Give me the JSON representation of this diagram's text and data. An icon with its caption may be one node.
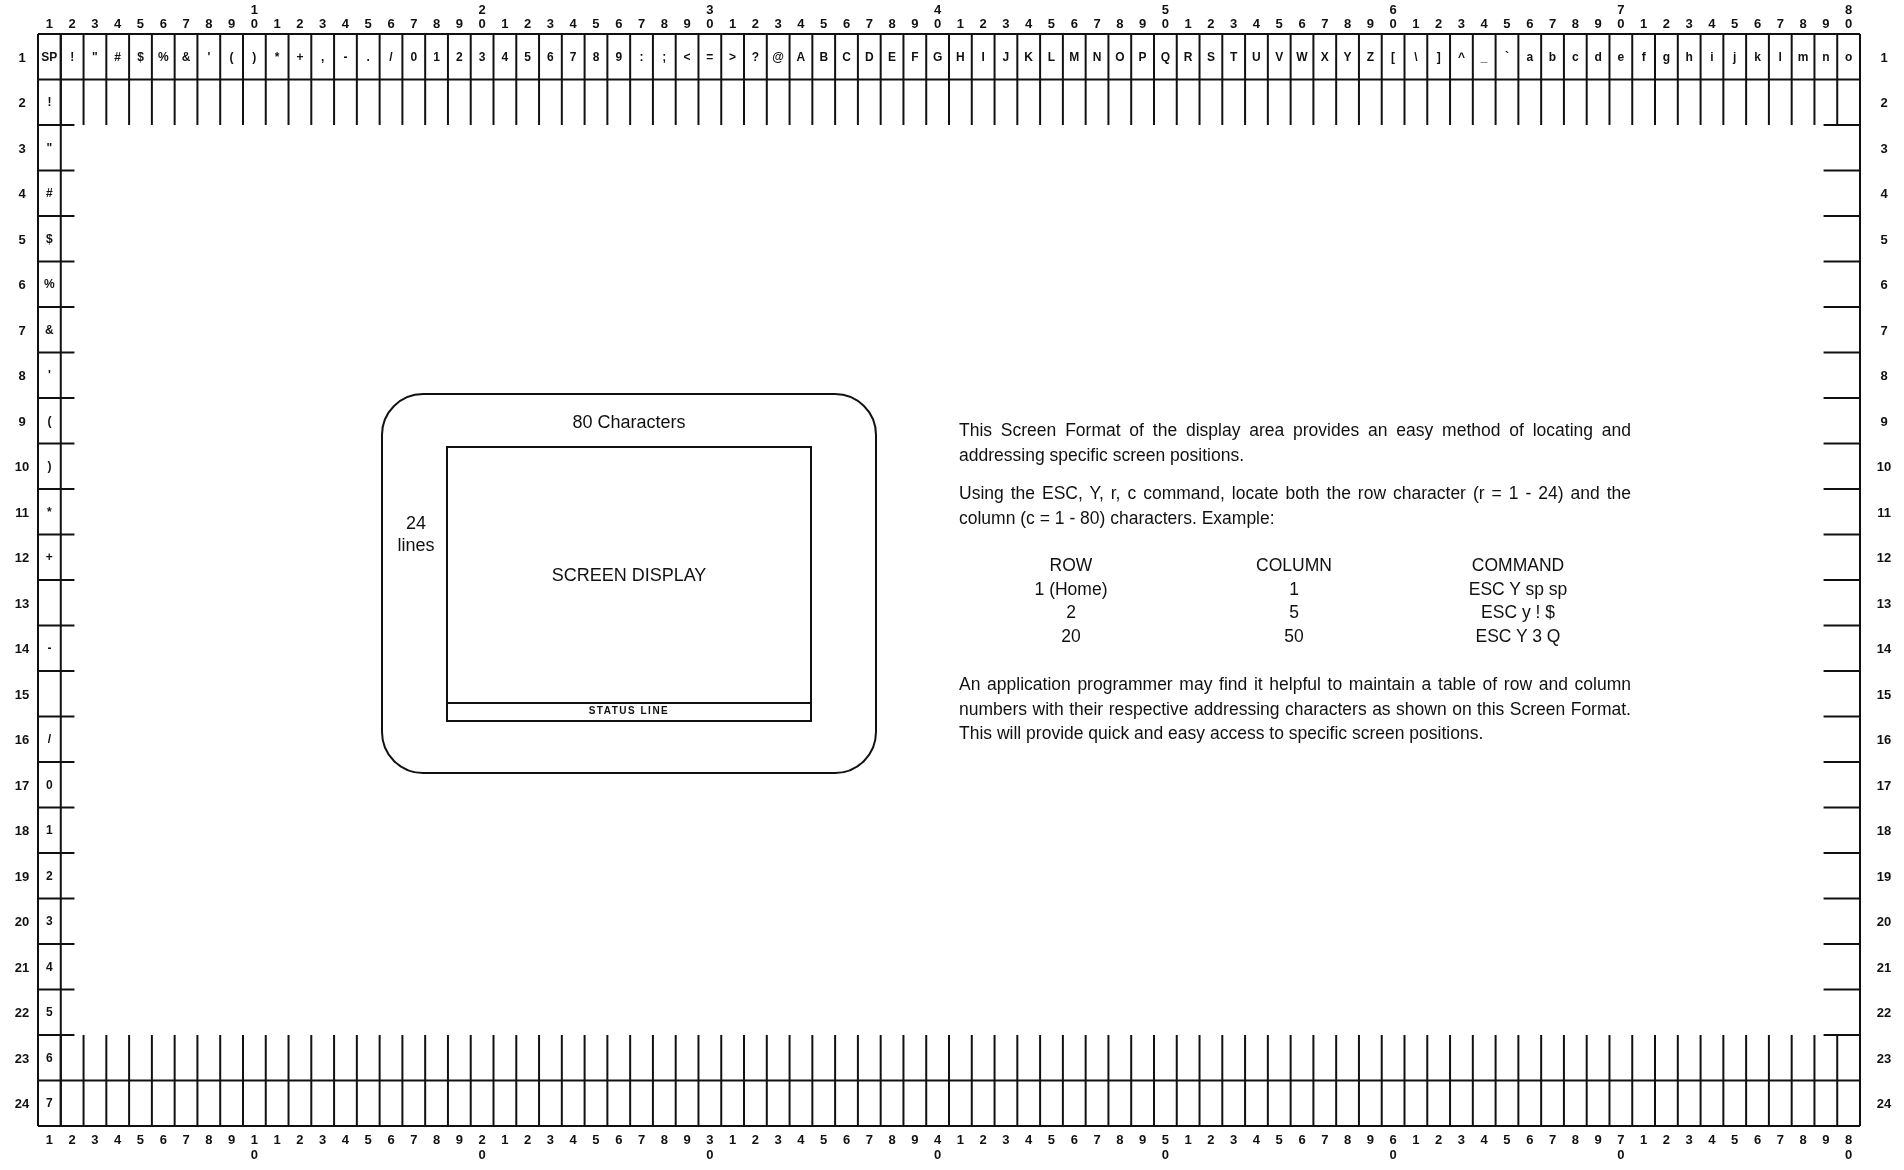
{
  "diagram": {
    "nodes": [
      {
        "text": [
          "80 Characters",
          "24 lines"
        ]
      },
      {
        "text": [
          "SCREEN DISPLAY"
        ],
        "in": 0
      },
      {
        "text": [
          "STATUS LINE"
        ],
        "in": 1
      }
    ],
    "labels": [
      "1",
      "2",
      "3",
      "4",
      "5",
      "6",
      "7",
      "8",
      "1",
      "2",
      "3",
      "4",
      "5",
      "6",
      "7",
      "8",
      "9",
      "0",
      "1",
      "2",
      "3",
      "4",
      "5",
      "6",
      "7",
      "8",
      "9",
      "0",
      "1",
      "2",
      "3",
      "4",
      "5",
      "6",
      "7",
      "8",
      "9",
      "0",
      "1",
      "2",
      "3",
      "4",
      "5",
      "6",
      "7",
      "8",
      "9",
      "0",
      "1",
      "2",
      "3",
      "4",
      "5",
      "6",
      "7",
      "8",
      "9",
      "0",
      "1",
      "2",
      "3",
      "4",
      "5",
      "6",
      "7",
      "8",
      "9",
      "0",
      "1",
      "2",
      "3",
      "4",
      "5",
      "6",
      "7",
      "8",
      "9",
      "0",
      "1",
      "2",
      "3",
      "4",
      "5",
      "6",
      "7",
      "8",
      "9",
      "0",
      "1",
      "SP",
      "!",
      "\"",
      "#",
      "$",
      "%",
      "&",
      "'",
      "(",
      ")",
      "*",
      "+",
      ",",
      "-",
      ".",
      "/",
      "0",
      "1",
      "2",
      "3",
      "4",
      "5",
      "6",
      "7",
      "8",
      "9",
      ":",
      ";",
      "<",
      "=",
      ">",
      "?",
      "@",
      "A",
      "B",
      "C",
      "D",
      "E",
      "F",
      "G",
      "H",
      "I",
      "J",
      "K",
      "L",
      "M",
      "N",
      "O",
      "P",
      "Q",
      "R",
      "S",
      "T",
      "U",
      "V",
      "W",
      "X",
      "Y",
      "Z",
      "[",
      "\\",
      "]",
      "^",
      "_",
      "`",
      "a",
      "b",
      "c",
      "d",
      "e",
      "f",
      "g",
      "h",
      "i",
      "j",
      "k",
      "l",
      "m",
      "n",
      "o",
      "1",
      "2",
      "!",
      "2",
      "3",
      "\"",
      "3",
      "4",
      "#",
      "4",
      "5",
      "$",
      "5",
      "6",
      "%",
      "6",
      "7",
      "&",
      "7",
      "8",
      "'",
      "8",
      "9",
      "(",
      "9",
      "10",
      ")",
      "10",
      "11",
      "*",
      "11",
      "12",
      "+",
      "12",
      "13",
      "13",
      "14",
      "-",
      "14",
      "15",
      "15",
      "16",
      "/",
      "16",
      "17",
      "0",
      "17",
      "18",
      "1",
      "18",
      "19",
      "2",
      "19",
      "20",
      "3",
      "20",
      "21",
      "4",
      "21",
      "22",
      "5",
      "22",
      "23",
      "6",
      "23",
      "24",
      "7",
      "24",
      "1",
      "2",
      "3",
      "4",
      "5",
      "6",
      "7",
      "8",
      "9",
      "1",
      "1",
      "2",
      "3",
      "4",
      "5",
      "6",
      "7",
      "8",
      "9",
      "2",
      "1",
      "2",
      "3",
      "4",
      "5",
      "6",
      "7",
      "8",
      "9",
      "3",
      "1",
      "2",
      "3",
      "4",
      "5",
      "6",
      "7",
      "8",
      "9",
      "4",
      "1",
      "2",
      "3",
      "4",
      "5",
      "6",
      "7",
      "8",
      "9",
      "5",
      "1",
      "2",
      "3",
      "4",
      "5",
      "6",
      "7",
      "8",
      "9",
      "6",
      "1",
      "2",
      "3",
      "4",
      "5",
      "6",
      "7",
      "8",
      "9",
      "7",
      "1",
      "2",
      "3",
      "4",
      "5",
      "6",
      "7",
      "8",
      "9",
      "8",
      "0",
      "0",
      "0",
      "0",
      "0",
      "0",
      "0",
      "0",
      "This Screen Format of the display area provides an easy method of locating and addressing specific screen positions.",
      "Using the ESC, Y, r, c command, locate both the row character (r = 1 - 24) and the column (c = 1 - 80) characters. Example:",
      "ROW",
      "COLUMN",
      "COMMAND",
      "1 (Home)",
      "1",
      "ESC Y sp sp",
      "2",
      "5",
      "ESC y ! $",
      "20",
      "50",
      "ESC Y 3 Q",
      "An application programmer may find it helpful to maintain a table of row and column numbers with their respective addressing characters as shown on this Screen Format. This will provide quick and easy access to specific screen positions."
    ]
  }
}
